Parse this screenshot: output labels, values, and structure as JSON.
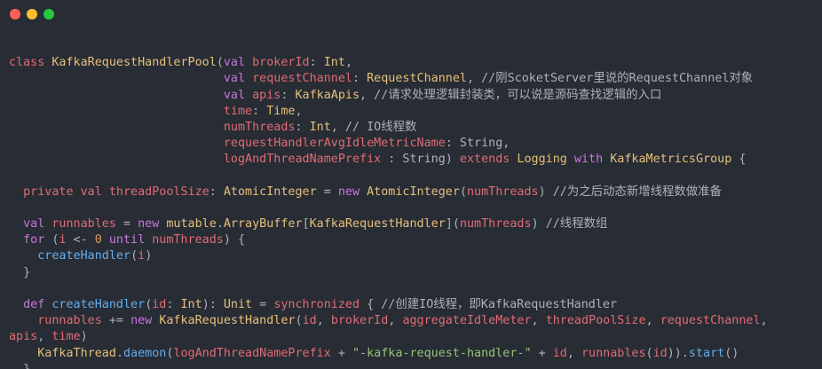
{
  "window": {
    "controls": [
      "close",
      "minimize",
      "maximize"
    ]
  },
  "code": {
    "language": "scala",
    "lines": [
      [
        [
          "",
          "plain"
        ]
      ],
      [
        [
          "class ",
          "kw2"
        ],
        [
          "KafkaRequestHandlerPool",
          "name"
        ],
        [
          "(",
          "op"
        ],
        [
          "val ",
          "kw"
        ],
        [
          "brokerId",
          "param"
        ],
        [
          ": ",
          "op"
        ],
        [
          "Int",
          "type"
        ],
        [
          ",",
          "op"
        ]
      ],
      [
        [
          "                              ",
          "plain"
        ],
        [
          "val ",
          "kw"
        ],
        [
          "requestChannel",
          "param"
        ],
        [
          ": ",
          "op"
        ],
        [
          "RequestChannel",
          "type"
        ],
        [
          ", //刚ScoketServer里说的RequestChannel对象",
          "cmt"
        ]
      ],
      [
        [
          "                              ",
          "plain"
        ],
        [
          "val ",
          "kw"
        ],
        [
          "apis",
          "param"
        ],
        [
          ": ",
          "op"
        ],
        [
          "KafkaApis",
          "type"
        ],
        [
          ", //请求处理逻辑封装类，可以说是源码查找逻辑的入口",
          "cmt"
        ]
      ],
      [
        [
          "                              ",
          "plain"
        ],
        [
          "time",
          "param"
        ],
        [
          ": ",
          "op"
        ],
        [
          "Time",
          "type"
        ],
        [
          ",",
          "op"
        ]
      ],
      [
        [
          "                              ",
          "plain"
        ],
        [
          "numThreads",
          "param"
        ],
        [
          ": ",
          "op"
        ],
        [
          "Int",
          "type"
        ],
        [
          ", // IO线程数",
          "cmt"
        ]
      ],
      [
        [
          "                              ",
          "plain"
        ],
        [
          "requestHandlerAvgIdleMetricName",
          "param"
        ],
        [
          ": String,",
          "op"
        ]
      ],
      [
        [
          "                              ",
          "plain"
        ],
        [
          "logAndThreadNamePrefix",
          "param"
        ],
        [
          " : String) ",
          "op"
        ],
        [
          "extends ",
          "kw2"
        ],
        [
          "Logging ",
          "type"
        ],
        [
          "with ",
          "kw"
        ],
        [
          "KafkaMetricsGroup",
          "type"
        ],
        [
          " {",
          "op"
        ]
      ],
      [
        [
          "",
          "plain"
        ]
      ],
      [
        [
          "  ",
          "plain"
        ],
        [
          "private val ",
          "kw2"
        ],
        [
          "threadPoolSize",
          "param"
        ],
        [
          ": ",
          "op"
        ],
        [
          "AtomicInteger",
          "type"
        ],
        [
          " = ",
          "op"
        ],
        [
          "new ",
          "kw"
        ],
        [
          "AtomicInteger",
          "type"
        ],
        [
          "(",
          "op"
        ],
        [
          "numThreads",
          "param"
        ],
        [
          ") //为之后动态新增线程数做准备",
          "cmt"
        ]
      ],
      [
        [
          "",
          "plain"
        ]
      ],
      [
        [
          "  ",
          "plain"
        ],
        [
          "val ",
          "kw"
        ],
        [
          "runnables",
          "param"
        ],
        [
          " = ",
          "op"
        ],
        [
          "new ",
          "kw"
        ],
        [
          "mutable",
          "type"
        ],
        [
          ".",
          "op"
        ],
        [
          "ArrayBuffer",
          "type"
        ],
        [
          "[",
          "op"
        ],
        [
          "KafkaRequestHandler",
          "type"
        ],
        [
          "](",
          "op"
        ],
        [
          "numThreads",
          "param"
        ],
        [
          ") //线程数组",
          "cmt"
        ]
      ],
      [
        [
          "  ",
          "plain"
        ],
        [
          "for ",
          "kw"
        ],
        [
          "(",
          "op"
        ],
        [
          "i",
          "param"
        ],
        [
          " <- ",
          "op"
        ],
        [
          "0",
          "num"
        ],
        [
          " until ",
          "kw"
        ],
        [
          "numThreads",
          "param"
        ],
        [
          ") {",
          "op"
        ]
      ],
      [
        [
          "    ",
          "plain"
        ],
        [
          "createHandler",
          "fn"
        ],
        [
          "(",
          "op"
        ],
        [
          "i",
          "param"
        ],
        [
          ")",
          "op"
        ]
      ],
      [
        [
          "  }",
          "op"
        ]
      ],
      [
        [
          "",
          "plain"
        ]
      ],
      [
        [
          "  ",
          "plain"
        ],
        [
          "def ",
          "kw"
        ],
        [
          "createHandler",
          "fn"
        ],
        [
          "(",
          "op"
        ],
        [
          "id",
          "param"
        ],
        [
          ": ",
          "op"
        ],
        [
          "Int",
          "type"
        ],
        [
          "): ",
          "op"
        ],
        [
          "Unit",
          "type"
        ],
        [
          " = ",
          "op"
        ],
        [
          "synchronized",
          "kw2"
        ],
        [
          " { //创建IO线程，即KafkaRequestHandler",
          "cmt"
        ]
      ],
      [
        [
          "    ",
          "plain"
        ],
        [
          "runnables",
          "param"
        ],
        [
          " += ",
          "op"
        ],
        [
          "new ",
          "kw"
        ],
        [
          "KafkaRequestHandler",
          "type"
        ],
        [
          "(",
          "op"
        ],
        [
          "id",
          "param"
        ],
        [
          ", ",
          "op"
        ],
        [
          "brokerId",
          "param"
        ],
        [
          ", ",
          "op"
        ],
        [
          "aggregateIdleMeter",
          "param"
        ],
        [
          ", ",
          "op"
        ],
        [
          "threadPoolSize",
          "param"
        ],
        [
          ", ",
          "op"
        ],
        [
          "requestChannel",
          "param"
        ],
        [
          ",",
          "op"
        ]
      ],
      [
        [
          "apis",
          "param"
        ],
        [
          ", ",
          "op"
        ],
        [
          "time",
          "param"
        ],
        [
          ")",
          "op"
        ]
      ],
      [
        [
          "    ",
          "plain"
        ],
        [
          "KafkaThread",
          "type"
        ],
        [
          ".",
          "op"
        ],
        [
          "daemon",
          "fn"
        ],
        [
          "(",
          "op"
        ],
        [
          "logAndThreadNamePrefix",
          "param"
        ],
        [
          " + ",
          "op"
        ],
        [
          "\"-kafka-request-handler-\"",
          "str"
        ],
        [
          " + ",
          "op"
        ],
        [
          "id",
          "param"
        ],
        [
          ", ",
          "op"
        ],
        [
          "runnables",
          "param"
        ],
        [
          "(",
          "op"
        ],
        [
          "id",
          "param"
        ],
        [
          ")).",
          "op"
        ],
        [
          "start",
          "fn"
        ],
        [
          "()",
          "op"
        ]
      ],
      [
        [
          "  }",
          "op"
        ]
      ]
    ]
  }
}
